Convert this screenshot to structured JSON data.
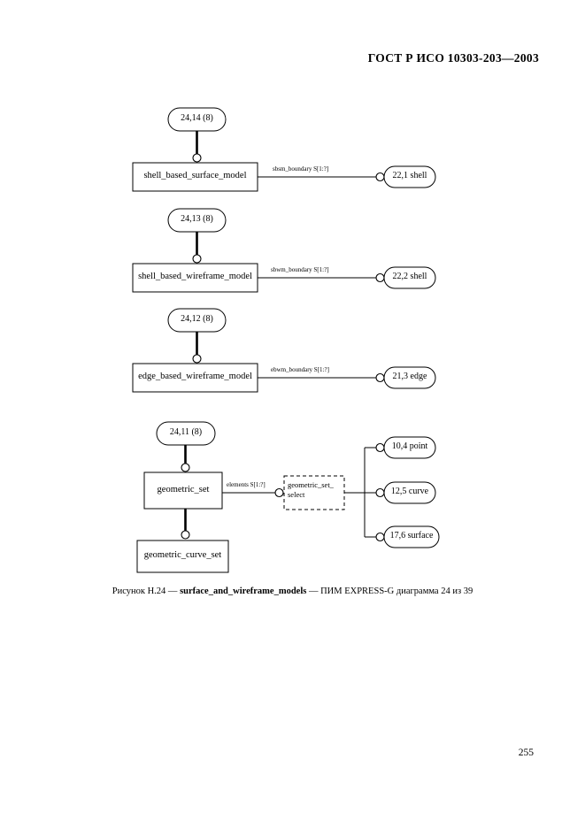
{
  "header": {
    "standard": "ГОСТ Р ИСО 10303-203—2003"
  },
  "footer": {
    "page_number": "255"
  },
  "caption": {
    "prefix": "Рисунок Н.24 — ",
    "schema_name": "surface_and_wireframe_models",
    "suffix": " — ПИМ EXPRESS-G диаграмма 24 из 39"
  },
  "diagram": {
    "title": "surface_and_wireframe_models EXPRESS-G diagram 24 of 39",
    "page_refs": [
      {
        "id": "ref-24-14",
        "text": "24,14 (8)"
      },
      {
        "id": "ref-24-13",
        "text": "24,13 (8)"
      },
      {
        "id": "ref-24-12",
        "text": "24,12 (8)"
      },
      {
        "id": "ref-24-11",
        "text": "24,11 (8)"
      }
    ],
    "entities": [
      {
        "id": "shell-based-surface-model",
        "text": "shell_based_surface_model"
      },
      {
        "id": "shell-based-wireframe-model",
        "text": "shell_based_wireframe_model"
      },
      {
        "id": "edge-based-wireframe-model",
        "text": "edge_based_wireframe_model"
      },
      {
        "id": "geometric-set",
        "text": "geometric_set"
      },
      {
        "id": "geometric-curve-set",
        "text": "geometric_curve_set"
      }
    ],
    "select_type": {
      "id": "geometric-set-select",
      "line1": "geometric_set_",
      "line2": "select"
    },
    "targets": [
      {
        "id": "ref-22-1-shell",
        "text": "22,1 shell"
      },
      {
        "id": "ref-22-2-shell",
        "text": "22,2 shell"
      },
      {
        "id": "ref-21-3-edge",
        "text": "21,3 edge"
      },
      {
        "id": "ref-10-4-point",
        "text": "10,4 point"
      },
      {
        "id": "ref-12-5-curve",
        "text": "12,5 curve"
      },
      {
        "id": "ref-17-6-surface",
        "text": "17,6 surface"
      }
    ],
    "relationships": [
      {
        "id": "sbsm-boundary",
        "text": "sbsm_boundary S[1:?]"
      },
      {
        "id": "sbwm-boundary",
        "text": "sbwm_boundary S[1:?]"
      },
      {
        "id": "ebwm-boundary",
        "text": "ebwm_boundary S[1:?]"
      },
      {
        "id": "elements",
        "text": "elements S[1:?]"
      }
    ],
    "colors": {
      "stroke": "#000000",
      "fill": "#ffffff"
    }
  }
}
